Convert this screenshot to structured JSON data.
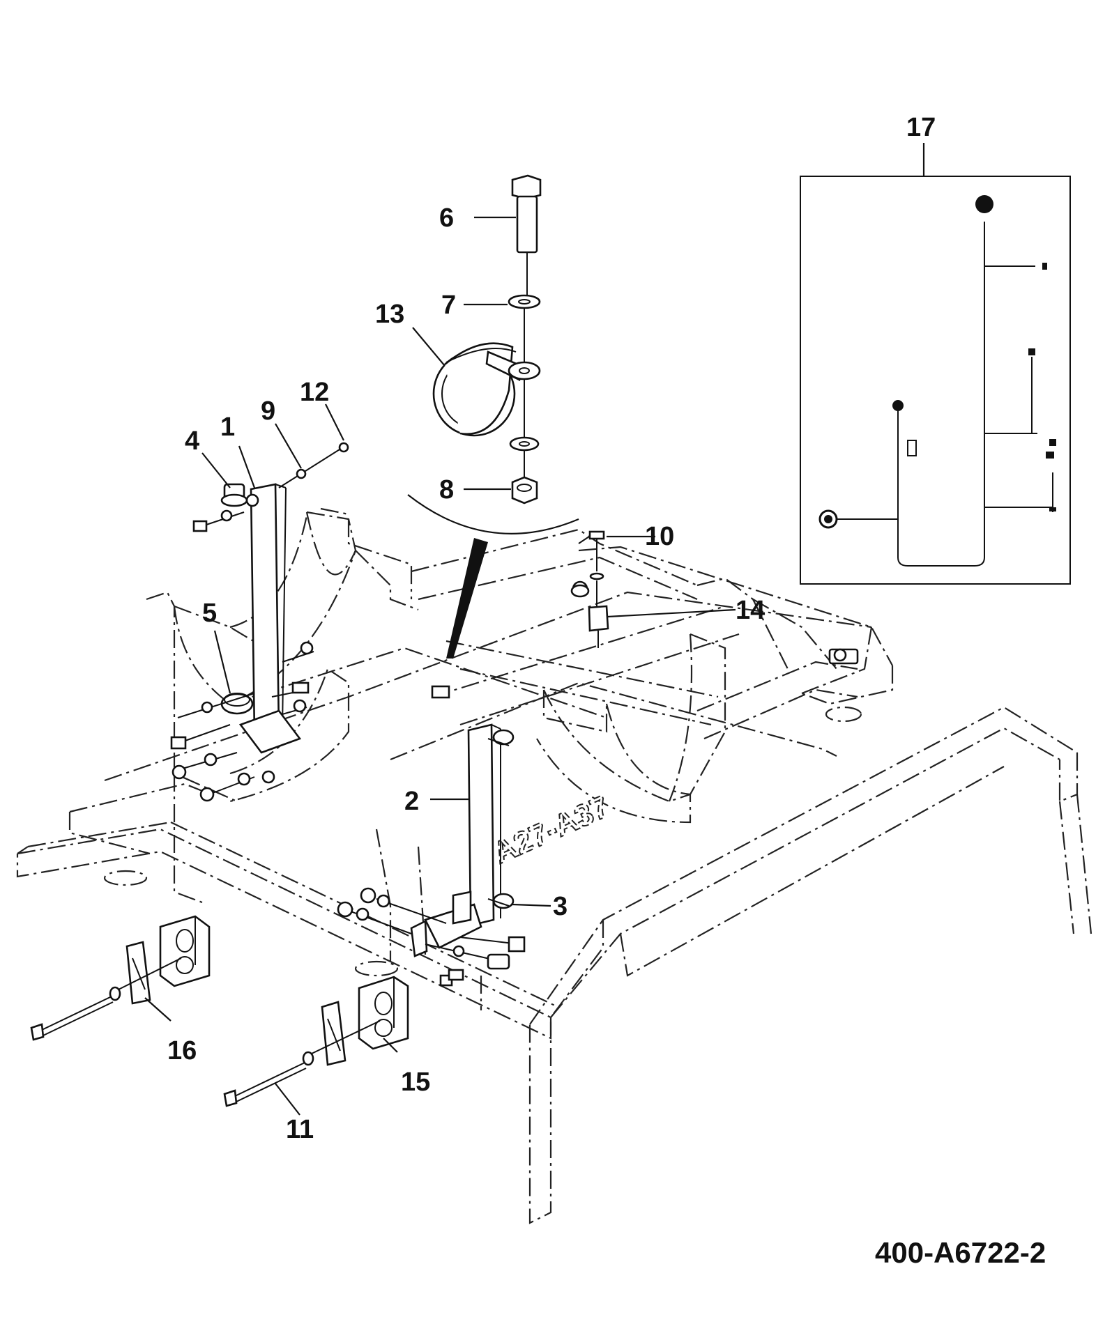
{
  "callouts": {
    "c1": "1",
    "c2": "2",
    "c3": "3",
    "c4": "4",
    "c5": "5",
    "c6": "6",
    "c7": "7",
    "c8": "8",
    "c9": "9",
    "c10": "10",
    "c11": "11",
    "c12": "12",
    "c13": "13",
    "c14": "14",
    "c15": "15",
    "c16": "16",
    "c17": "17"
  },
  "frame_marking": "A27-A37",
  "drawing_number": "400-A6722-2"
}
